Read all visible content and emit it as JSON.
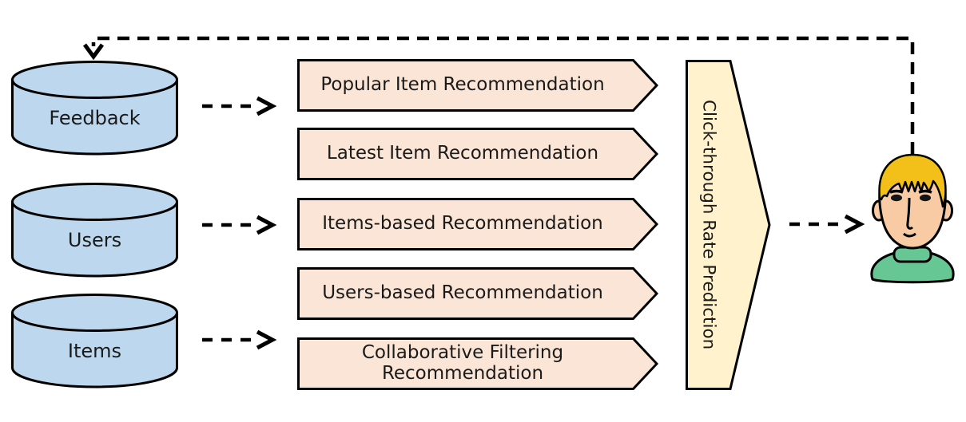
{
  "databases": [
    {
      "label": "Feedback"
    },
    {
      "label": "Users"
    },
    {
      "label": "Items"
    }
  ],
  "pipelines": [
    {
      "label": "Popular Item Recommendation"
    },
    {
      "label": "Latest Item Recommendation"
    },
    {
      "label": "Items-based Recommendation"
    },
    {
      "label": "Users-based Recommendation"
    },
    {
      "label": "Collaborative Filtering Recommendation"
    }
  ],
  "ranker": {
    "label": "Click-through Rate Prediction"
  },
  "user": {
    "icon": "user-icon"
  },
  "colors": {
    "database_fill": "#BDD7EE",
    "pipeline_fill": "#FBE5D6",
    "ranker_fill": "#FFF2CC",
    "outline": "#000000",
    "arrow": "#000000",
    "user_hair": "#F2C019",
    "user_skin": "#F9CBA4",
    "user_shirt": "#66C694"
  }
}
